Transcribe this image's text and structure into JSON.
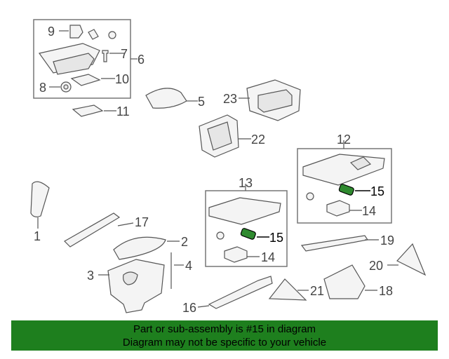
{
  "callouts": {
    "c1": "1",
    "c2": "2",
    "c3": "3",
    "c4": "4",
    "c5": "5",
    "c6": "6",
    "c7": "7",
    "c8": "8",
    "c9": "9",
    "c10": "10",
    "c11": "11",
    "c12": "12",
    "c13": "13",
    "c14a": "14",
    "c14b": "14",
    "c15a": "15",
    "c15b": "15",
    "c16": "16",
    "c17": "17",
    "c18": "18",
    "c19": "19",
    "c20": "20",
    "c21": "21",
    "c22": "22",
    "c23": "23"
  },
  "colors": {
    "highlight_part": "#2f8a2f",
    "footer_bg": "#1e7f1e"
  },
  "footer": {
    "line1": "Part or sub-assembly is #15 in diagram",
    "line2": "Diagram may not be specific to your vehicle"
  }
}
